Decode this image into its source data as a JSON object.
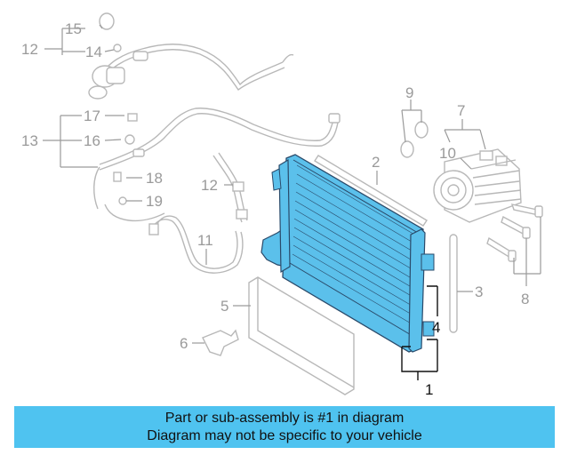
{
  "colors": {
    "highlight": "#5bc0eb",
    "highlight_stroke": "#2a4a6a",
    "ghost": "#b8b8b8",
    "banner": "#4fc3f0"
  },
  "callouts": {
    "c1": "1",
    "c2": "2",
    "c3": "3",
    "c4": "4",
    "c5": "5",
    "c6": "6",
    "c7": "7",
    "c8": "8",
    "c9": "9",
    "c10": "10",
    "c11": "11",
    "c12a": "12",
    "c12b": "12",
    "c13": "13",
    "c14": "14",
    "c15": "15",
    "c16": "16",
    "c17": "17",
    "c18": "18",
    "c19": "19"
  },
  "banner": {
    "line1": "Part or sub-assembly is #1 in diagram",
    "line2": "Diagram may not be specific to your vehicle"
  }
}
